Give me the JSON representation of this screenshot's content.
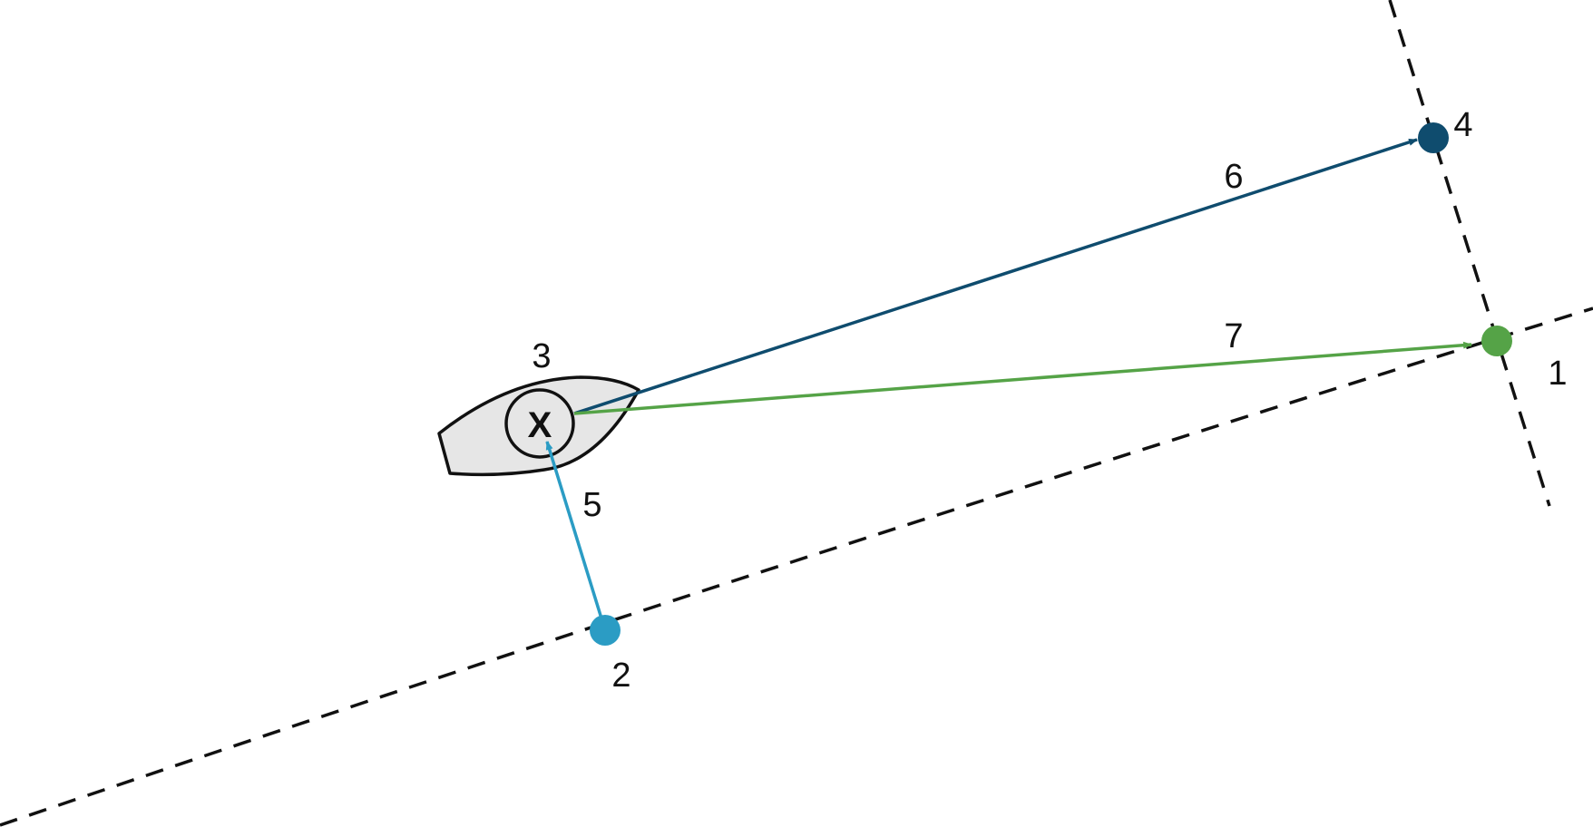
{
  "colors": {
    "background": "#ffffff",
    "dashed_line": "#111111",
    "boat_fill": "#e6e6e6",
    "boat_stroke": "#111111",
    "point_1_green": "#55a347",
    "point_2_light_blue": "#2b9cc4",
    "point_4_dark_blue": "#0f4c6e"
  },
  "center_mark": "X",
  "labels": {
    "l1": "1",
    "l2": "2",
    "l3": "3",
    "l4": "4",
    "l5": "5",
    "l6": "6",
    "l7": "7"
  }
}
